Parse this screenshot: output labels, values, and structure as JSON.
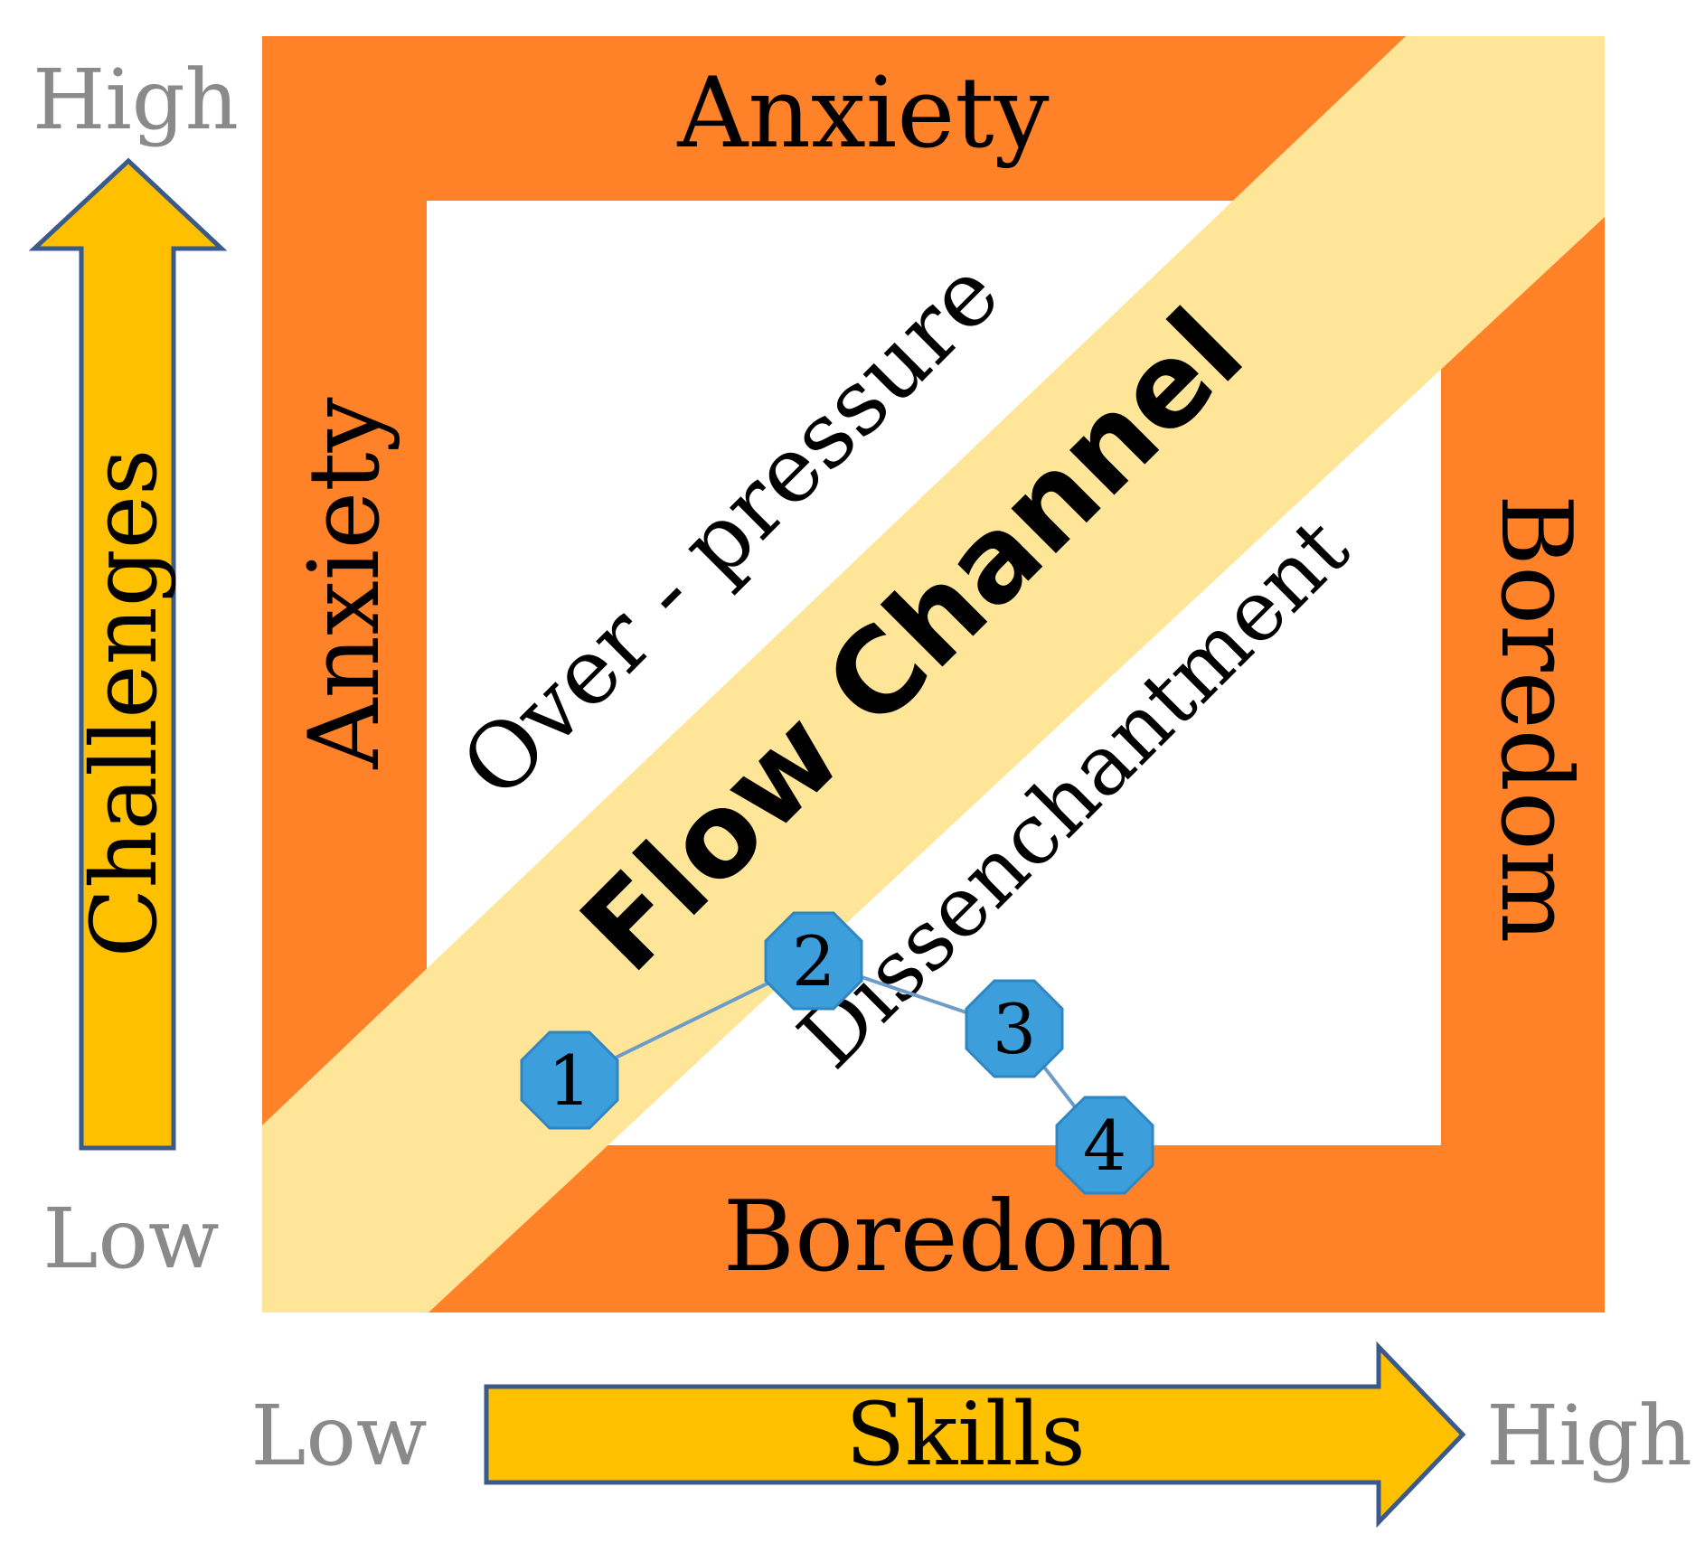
{
  "colors": {
    "frame": "#FF8128",
    "channel": "#FFE597",
    "arrow_fill": "#FFC000",
    "arrow_stroke": "#3A5A8C",
    "node_fill": "#3C9FDB",
    "node_stroke": "#2F86C2",
    "path_line": "#6E9CC8",
    "axis_level_text": "#8A8A8A",
    "text": "#000000"
  },
  "axes": {
    "y": {
      "label": "Challenges",
      "high": "High",
      "low": "Low"
    },
    "x": {
      "label": "Skills",
      "low": "Low",
      "high": "High"
    }
  },
  "frame_labels": {
    "top": "Anxiety",
    "left": "Anxiety",
    "right": "Boredom",
    "bottom": "Boredom"
  },
  "zones": {
    "upper": "Over - pressure",
    "channel": "Flow Channel",
    "lower": "Dissenchantment"
  },
  "path_nodes": [
    {
      "label": "1"
    },
    {
      "label": "2"
    },
    {
      "label": "3"
    },
    {
      "label": "4"
    }
  ]
}
